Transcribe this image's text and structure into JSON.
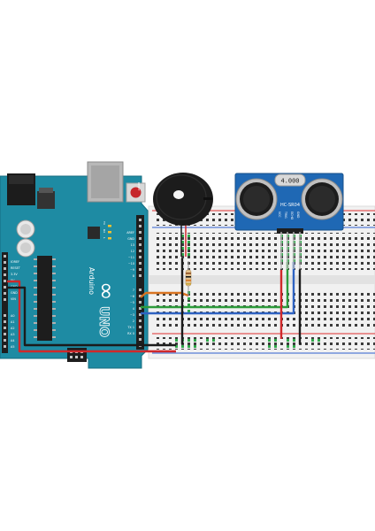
{
  "arduino": {
    "logo": "∞",
    "brand": "Arduino",
    "model": "UNO",
    "board_color": "#1e8ba3",
    "labels_left": {
      "ioref": "IOREF",
      "reset": "RESET",
      "v33": "3.3V",
      "v5": "5V",
      "gnd1": "GND",
      "gnd2": "GND",
      "vin": "VIN",
      "a0": "A0",
      "a1": "A1",
      "a2": "A2",
      "a3": "A3",
      "a4": "A4",
      "a5": "A5"
    },
    "labels_right": {
      "aref": "AREF",
      "gnd": "GND",
      "d13": "13",
      "d12": "12",
      "d11": "~11",
      "d10": "~10",
      "d9": "~9",
      "d8": "8",
      "d7": "7",
      "d6": "~6",
      "d5": "~5",
      "d4": "4",
      "d3": "~3",
      "d2": "2",
      "tx": "TX 1",
      "rx": "RX 0"
    },
    "leds": {
      "tx": "TX",
      "rx": "RX",
      "l": "L"
    },
    "reset_button": "RESET",
    "icsp": "ICSP"
  },
  "sensor": {
    "crystal": "4.000",
    "model": "HC-SR04",
    "pins": [
      "VCC",
      "TRIG",
      "ECHO",
      "GND"
    ],
    "board_color": "#1f68b4"
  },
  "buzzer": {
    "color": "#1c1c1c"
  },
  "wires": {
    "red": "#d0282a",
    "black": "#1b1b1b",
    "green": "#2d9b3b",
    "blue": "#2f63c2",
    "orange": "#d97422"
  }
}
